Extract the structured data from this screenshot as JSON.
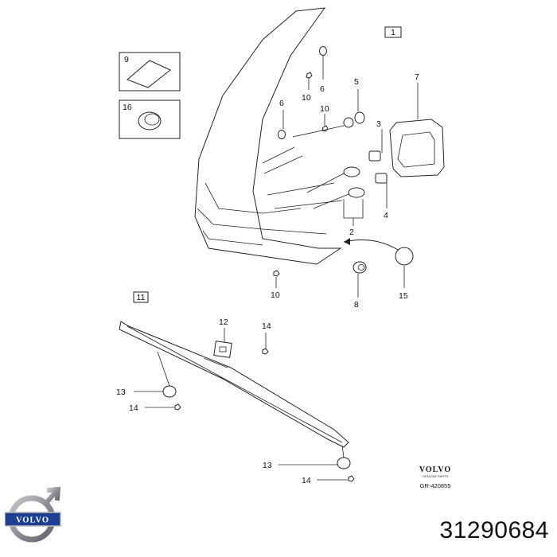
{
  "group_labels": {
    "group_1": "1",
    "group_11": "11"
  },
  "callouts": {
    "c9": "9",
    "c16": "16",
    "c6a": "6",
    "c10a": "10",
    "c6b": "6",
    "c10b": "10",
    "c5": "5",
    "c7": "7",
    "c3": "3",
    "c4": "4",
    "c2": "2",
    "c15": "15",
    "c8": "8",
    "c10c": "10",
    "c12": "12",
    "c14a": "14",
    "c13a": "13",
    "c14b": "14",
    "c13b": "13",
    "c14c": "14"
  },
  "genuine_parts": {
    "brand": "VOLVO",
    "subtitle": "GENUINE PARTS",
    "code": "GR-420855"
  },
  "logo": {
    "word": "VOLVO"
  },
  "part_number": "31290684",
  "colors": {
    "line": "#222222",
    "logo_blue": "#1c3f8f",
    "logo_steel": "#8d9096"
  }
}
